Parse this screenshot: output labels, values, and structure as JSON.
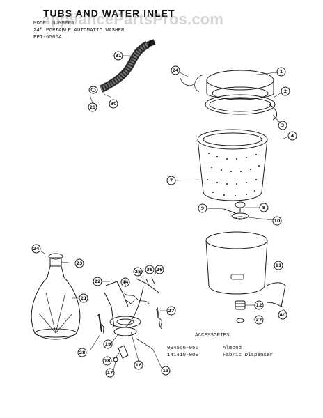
{
  "header": {
    "title": "TUBS AND WATER INLET",
    "line1": "MODEL NUMBERS",
    "line2": "24\" PORTABLE AUTOMATIC WASHER",
    "line3": "FPT-6506A",
    "watermark": "appliancePartsPros.com"
  },
  "callouts": [
    "1",
    "2",
    "3",
    "4",
    "7",
    "8",
    "9",
    "10",
    "11",
    "12",
    "13",
    "16",
    "17",
    "18",
    "19",
    "21",
    "22",
    "23",
    "24",
    "24",
    "25",
    "26",
    "27",
    "28",
    "29",
    "30",
    "31",
    "37",
    "38",
    "40",
    "44"
  ],
  "accessories": {
    "heading": "ACCESSORIES",
    "items": [
      {
        "part": "094566-050",
        "desc": "Almond"
      },
      {
        "part": "141410-000",
        "desc": "Fabric Dispenser"
      }
    ]
  },
  "colors": {
    "ink": "#1a1a1a",
    "paper": "#ffffff",
    "watermark": "#a0a0a0"
  }
}
